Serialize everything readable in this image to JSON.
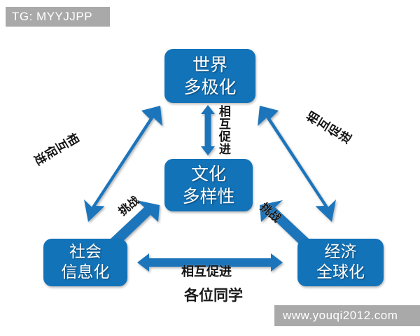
{
  "overlays": {
    "tg_tag": "TG: MYYJJPP",
    "watermark": "www.youqi2012.com"
  },
  "colors": {
    "node_blue": "#1273b9",
    "arrow_blue": "#1b75bb",
    "overlay_gray": "#a9a9a9",
    "background": "#ffffff",
    "label_text": "#141414"
  },
  "nodes": {
    "top": {
      "line1": "世界",
      "line2": "多极化"
    },
    "center": {
      "line1": "文化",
      "line2": "多样性"
    },
    "bottom_left": {
      "line1": "社会",
      "line2": "信息化"
    },
    "bottom_right": {
      "line1": "经济",
      "line2": "全球化"
    }
  },
  "arrow_labels": {
    "vertical_center": "相互促进",
    "top_left_diagonal": "相互促进",
    "top_right_diagonal": "相互促进",
    "bottom_left_diagonal": "挑战",
    "bottom_right_diagonal": "挑战",
    "bottom_horizontal": "相互促进"
  },
  "notes": {
    "students": "各位同学"
  }
}
